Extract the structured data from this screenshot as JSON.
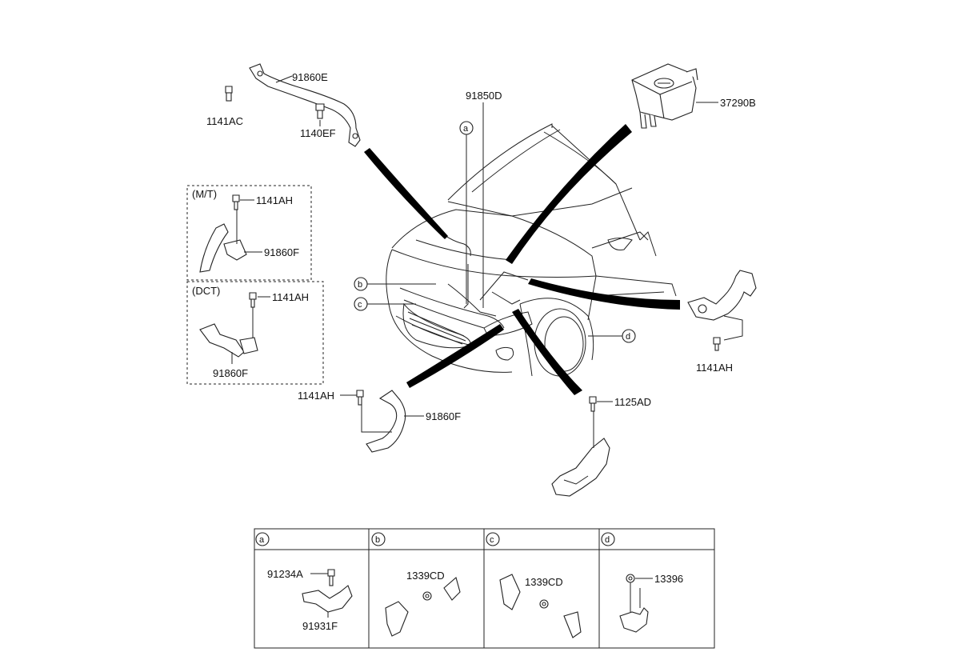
{
  "labels": {
    "p91860E": "91860E",
    "p1141AC": "1141AC",
    "p1140EF": "1140EF",
    "p91850D": "91850D",
    "p37290B": "37290B",
    "mt_group": "(M/T)",
    "mt_1141AH": "1141AH",
    "mt_91860F": "91860F",
    "dct_group": "(DCT)",
    "dct_1141AH": "1141AH",
    "dct_91860F": "91860F",
    "right_1141AH": "1141AH",
    "front_1141AH": "1141AH",
    "front_91860F": "91860F",
    "p1125AD": "1125AD"
  },
  "callouts": {
    "a": "a",
    "b": "b",
    "c": "c",
    "d": "d"
  },
  "detail_table": {
    "a": {
      "letter": "a",
      "part1": "91234A",
      "part2": "91931F"
    },
    "b": {
      "letter": "b",
      "part1": "1339CD"
    },
    "c": {
      "letter": "c",
      "part1": "1339CD"
    },
    "d": {
      "letter": "d",
      "part1": "13396"
    }
  },
  "icons": [
    "bolt-icon",
    "nut-icon",
    "callout-circle-icon"
  ]
}
